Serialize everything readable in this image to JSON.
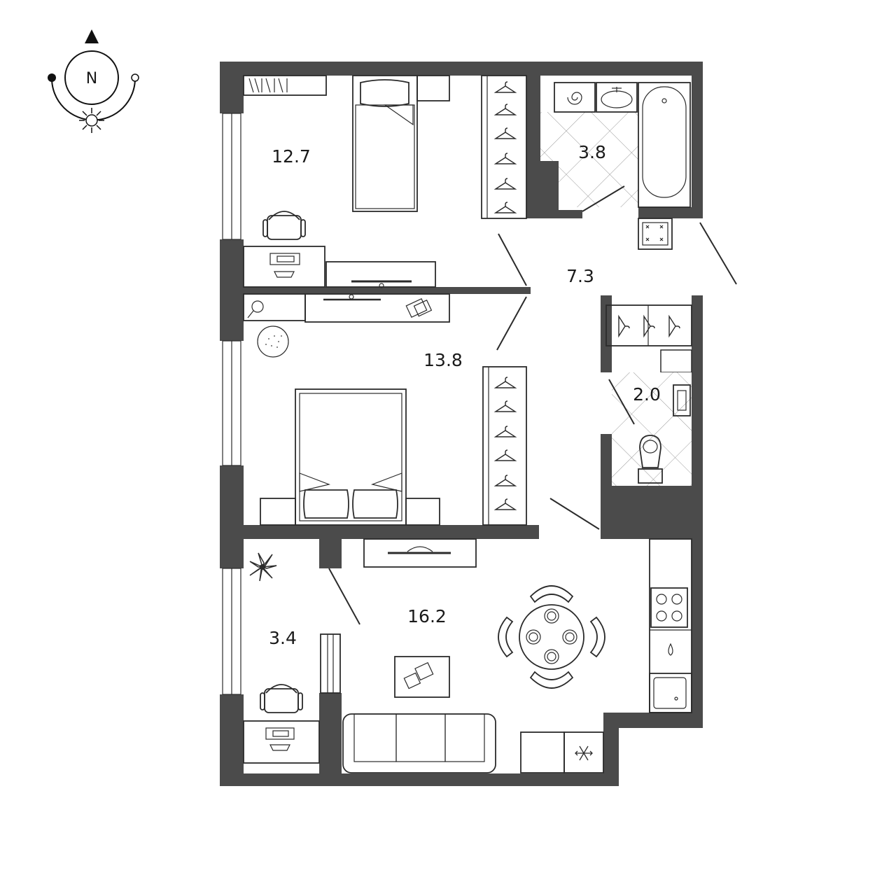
{
  "compass": {
    "north_label": "N"
  },
  "rooms": [
    {
      "id": "bedroom-small",
      "area": "12.7"
    },
    {
      "id": "bathroom",
      "area": "3.8"
    },
    {
      "id": "hallway",
      "area": "7.3"
    },
    {
      "id": "bedroom-large",
      "area": "13.8"
    },
    {
      "id": "toilet",
      "area": "2.0"
    },
    {
      "id": "balcony",
      "area": "3.4"
    },
    {
      "id": "kitchen-living",
      "area": "16.2"
    }
  ]
}
